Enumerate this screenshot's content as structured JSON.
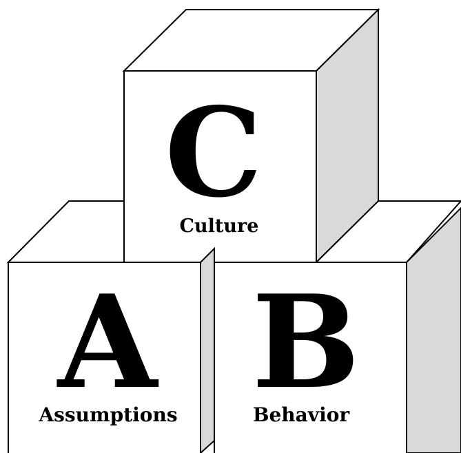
{
  "colors": {
    "front": "#ffffff",
    "top": "#ffffff",
    "side": "#d9d9d9",
    "outline": "#000000",
    "text": "#000000"
  },
  "blocks": {
    "culture": {
      "letter": "C",
      "word": "Culture"
    },
    "assumptions": {
      "letter": "A",
      "word": "Assumptions"
    },
    "behavior": {
      "letter": "B",
      "word": "Behavior"
    }
  }
}
